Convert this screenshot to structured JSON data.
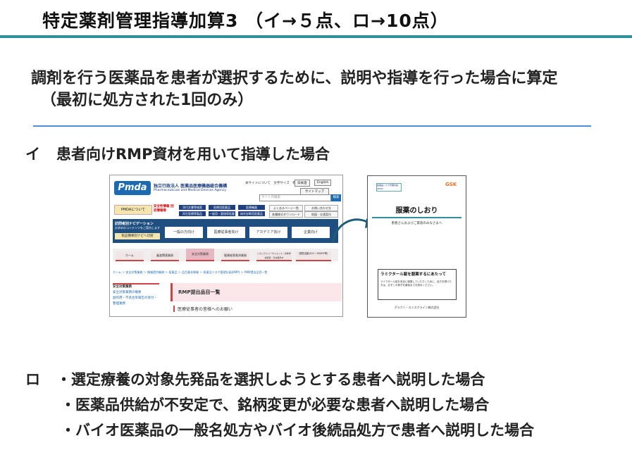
{
  "title": "特定薬剤管理指導加算3 （イ→５点、ロ→10点）",
  "intro": {
    "line1": "調剤を行う医薬品を患者が選択するために、説明や指導を行った場合に算定",
    "line2": "（最初に処方された1回のみ）"
  },
  "item_i": {
    "mark": "イ",
    "text": "患者向けRMP資材を用いて指導した場合"
  },
  "pmda_site": {
    "logo": "Pmda",
    "org_ja": "独立行政法人 医薬品医療機器総合機構",
    "org_en": "Pharmaceuticals and Medical Devices Agency",
    "top_links": "本サイトについて　文字サイズ　標準　拡大",
    "lang_ja": "日本語",
    "lang_en": "English",
    "sitemap": "サイトマップ",
    "search_placeholder": "サイト内検索",
    "search_button": "検索",
    "about": "PMDAについて",
    "safety": "安全性情報 回収情報等",
    "nav_buttons": [
      "添付文書等検索",
      "医療用医薬品",
      "医療機器",
      "再生医療等製品",
      "一般用・要指導医薬品",
      "体外診断用医薬品"
    ],
    "nav_right": [
      "よくあるページ一覧",
      "お問い合わせ先",
      "各種様式ダウンロード",
      "地図・交通案内"
    ],
    "navigator_title": "訪問者別ナビゲーション",
    "navigator_sub": "お求めのコンテンツをご案内します",
    "navigator_tab": "製品種類別ナビへ切替",
    "audiences": [
      "一般の方向け",
      "医療従事者向け",
      "アカデミア向け",
      "企業向け"
    ],
    "tabs": [
      "ホーム",
      "審査関連業務",
      "安全対策業務",
      "健康被害救済業務",
      "レギュラトリーサイエンス・基準作成調査・日本薬局方",
      "国際活動(ICH・IMDRF等)"
    ],
    "breadcrumb": "ホーム ＞ 安全対策業務 ＞ 情報提供業務 ＞ 医薬品 ＞ 品目基本情報 ＞ 医薬品リスク管理計画(RMP) ＞ RMP提出品目一覧",
    "sidebar_head": "安全対策業務",
    "sidebar_items": [
      "安全対策業務の概要",
      "副作用・不具合等報告の受付・整理業務"
    ],
    "heading": "RMP提出品目一覧",
    "notice": "医療従事者の皆様へのお願い"
  },
  "brochure": {
    "tag": "医薬品リスク管理計画 (RMP)",
    "brand": "GSK",
    "title": "服薬のしおり",
    "subtitle": "患者さんおよびご家族のみなさまへ",
    "box_title": "ラミクタール錠を服薬するにあたって",
    "box_text": "ラミクタール錠を安全に服薬していただくために、処方を受けた方は、必ずこの冊子を最後までお読みください。",
    "footer": "グラクソ・スミスクライン株式会社"
  },
  "item_ro": {
    "mark": "ロ",
    "lines": [
      "・選定療養の対象先発品を選択しようとする患者へ説明した場合",
      "・医薬品供給が不安定で、銘柄変更が必要な患者へ説明した場合",
      "・バイオ医薬品の一般名処方やバイオ後続品処方で患者へ説明した場合"
    ]
  }
}
